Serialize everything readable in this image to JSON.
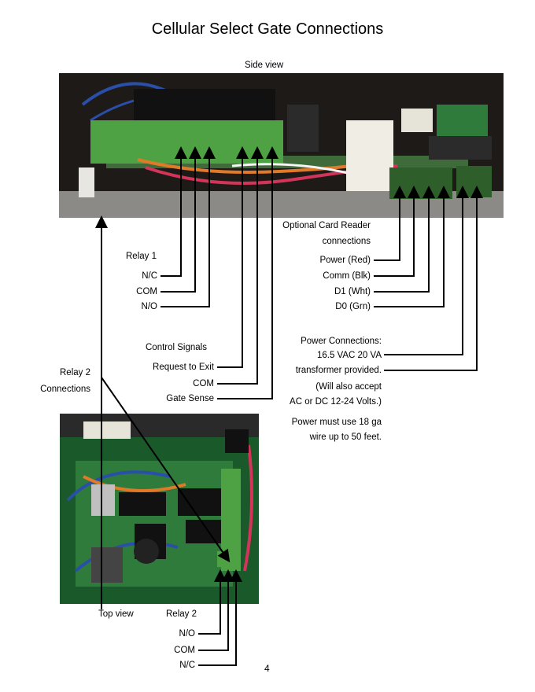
{
  "title": "Cellular Select Gate Connections",
  "side_view_caption": "Side view",
  "top_view_caption": "Top view",
  "relay1": {
    "heading": "Relay 1",
    "nc": "N/C",
    "com": "COM",
    "no": "N/O"
  },
  "control": {
    "heading": "Control Signals",
    "rte": "Request to Exit",
    "com": "COM",
    "gate": "Gate Sense"
  },
  "card_reader": {
    "heading_line1": "Optional Card Reader",
    "heading_line2": "connections",
    "power": "Power (Red)",
    "comm": "Comm (Blk)",
    "d1": "D1 (Wht)",
    "d0": "D0 (Grn)"
  },
  "power": {
    "line1": "Power Connections:",
    "line2": "16.5 VAC 20 VA",
    "line3": "transformer provided.",
    "line4": "(Will also accept",
    "line5": "AC or DC 12-24 Volts.)",
    "note1": "Power must use 18 ga",
    "note2": "wire up to 50 feet."
  },
  "relay2_conn": {
    "line1": "Relay 2",
    "line2": "Connections"
  },
  "relay2": {
    "heading": "Relay 2",
    "no": "N/O",
    "com": "COM",
    "nc": "N/C"
  },
  "page_number": "4"
}
